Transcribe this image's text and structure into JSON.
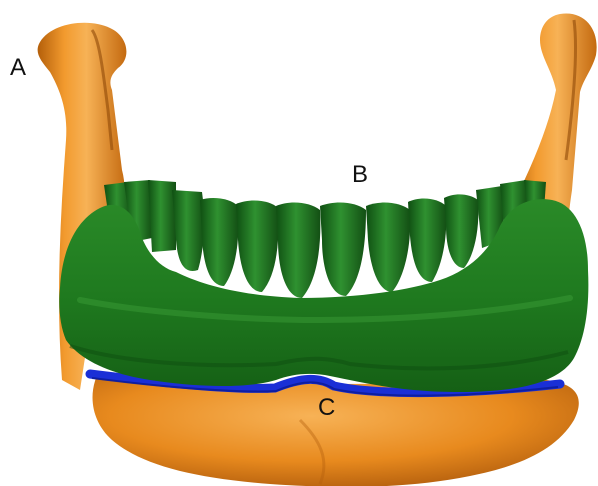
{
  "labels": {
    "a": "A",
    "b": "B",
    "c": "C"
  },
  "colors": {
    "background": "#ffffff",
    "bone": "#e88a1e",
    "bone_dark": "#b45f0a",
    "bone_light": "#f7b256",
    "gingiva": "#1f7a1f",
    "gingiva_dark": "#0e4d10",
    "gingiva_light": "#3fa03a",
    "separator": "#1a2fd6"
  },
  "structures": [
    {
      "name": "mandible",
      "label_ref": "a"
    },
    {
      "name": "denture",
      "label_ref": "b"
    },
    {
      "name": "interface",
      "label_ref": "c"
    }
  ]
}
